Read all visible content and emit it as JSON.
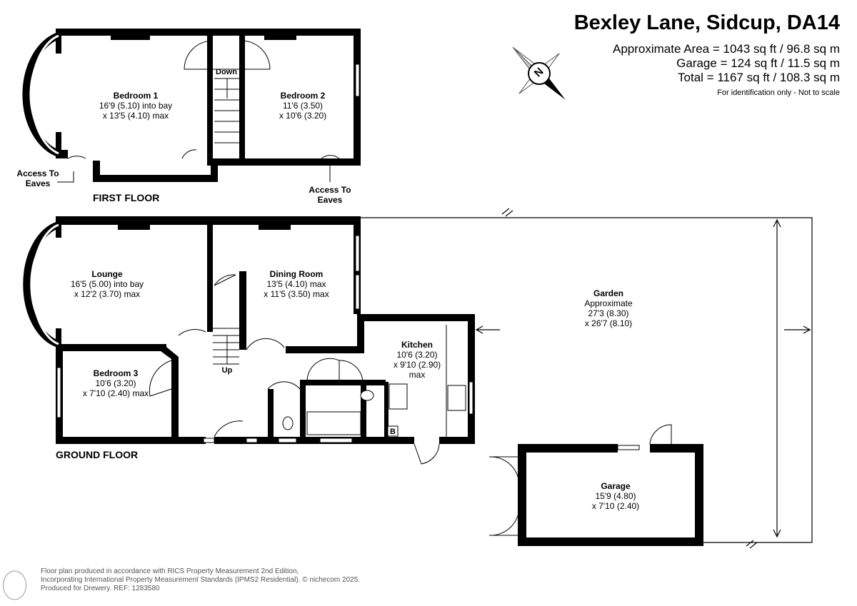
{
  "header": {
    "title": "Bexley Lane, Sidcup, DA14",
    "area_lines": [
      "Approximate Area = 1043 sq ft / 96.8 sq m",
      "Garage = 124 sq ft / 11.5 sq m",
      "Total = 1167 sq ft / 108.3 sq m"
    ],
    "note": "For identification only - Not to scale"
  },
  "compass": {
    "label": "N"
  },
  "first_floor": {
    "label": "FIRST FLOOR",
    "rooms": [
      {
        "name": "Bedroom 1",
        "dim1": "16'9 (5.10) into bay",
        "dim2": "x 13'5 (4.10) max"
      },
      {
        "name": "Bedroom 2",
        "dim1": "11'6 (3.50)",
        "dim2": "x 10'6 (3.20)"
      }
    ],
    "stairs": "Down",
    "eaves_left": [
      "Access To",
      "Eaves"
    ],
    "eaves_right": [
      "Access To",
      "Eaves"
    ]
  },
  "ground_floor": {
    "label": "GROUND FLOOR",
    "rooms": [
      {
        "name": "Lounge",
        "dim1": "16'5 (5.00) into bay",
        "dim2": "x 12'2 (3.70) max"
      },
      {
        "name": "Dining Room",
        "dim1": "13'5 (4.10) max",
        "dim2": "x 11'5 (3.50) max"
      },
      {
        "name": "Garden",
        "dim1": "Approximate",
        "dim2": "27'3 (8.30)",
        "dim3": "x 26'7 (8.10)"
      },
      {
        "name": "Kitchen",
        "dim1": "10'6 (3.20)",
        "dim2": "x 9'10 (2.90)",
        "dim3": "max"
      },
      {
        "name": "Bedroom 3",
        "dim1": "10'6 (3.20)",
        "dim2": "x 7'10 (2.40) max"
      },
      {
        "name": "Garage",
        "dim1": "15'9 (4.80)",
        "dim2": "x 7'10 (2.40)"
      }
    ],
    "stairs": "Up",
    "boiler": "B"
  },
  "footer": {
    "lines": [
      "Floor plan produced in accordance with RICS Property Measurement 2nd Edition,",
      "Incorporating International Property Measurement Standards (IPMS2 Residential).   © nichecom 2025.",
      "Produced for Drewery.   REF: 1283580"
    ]
  }
}
